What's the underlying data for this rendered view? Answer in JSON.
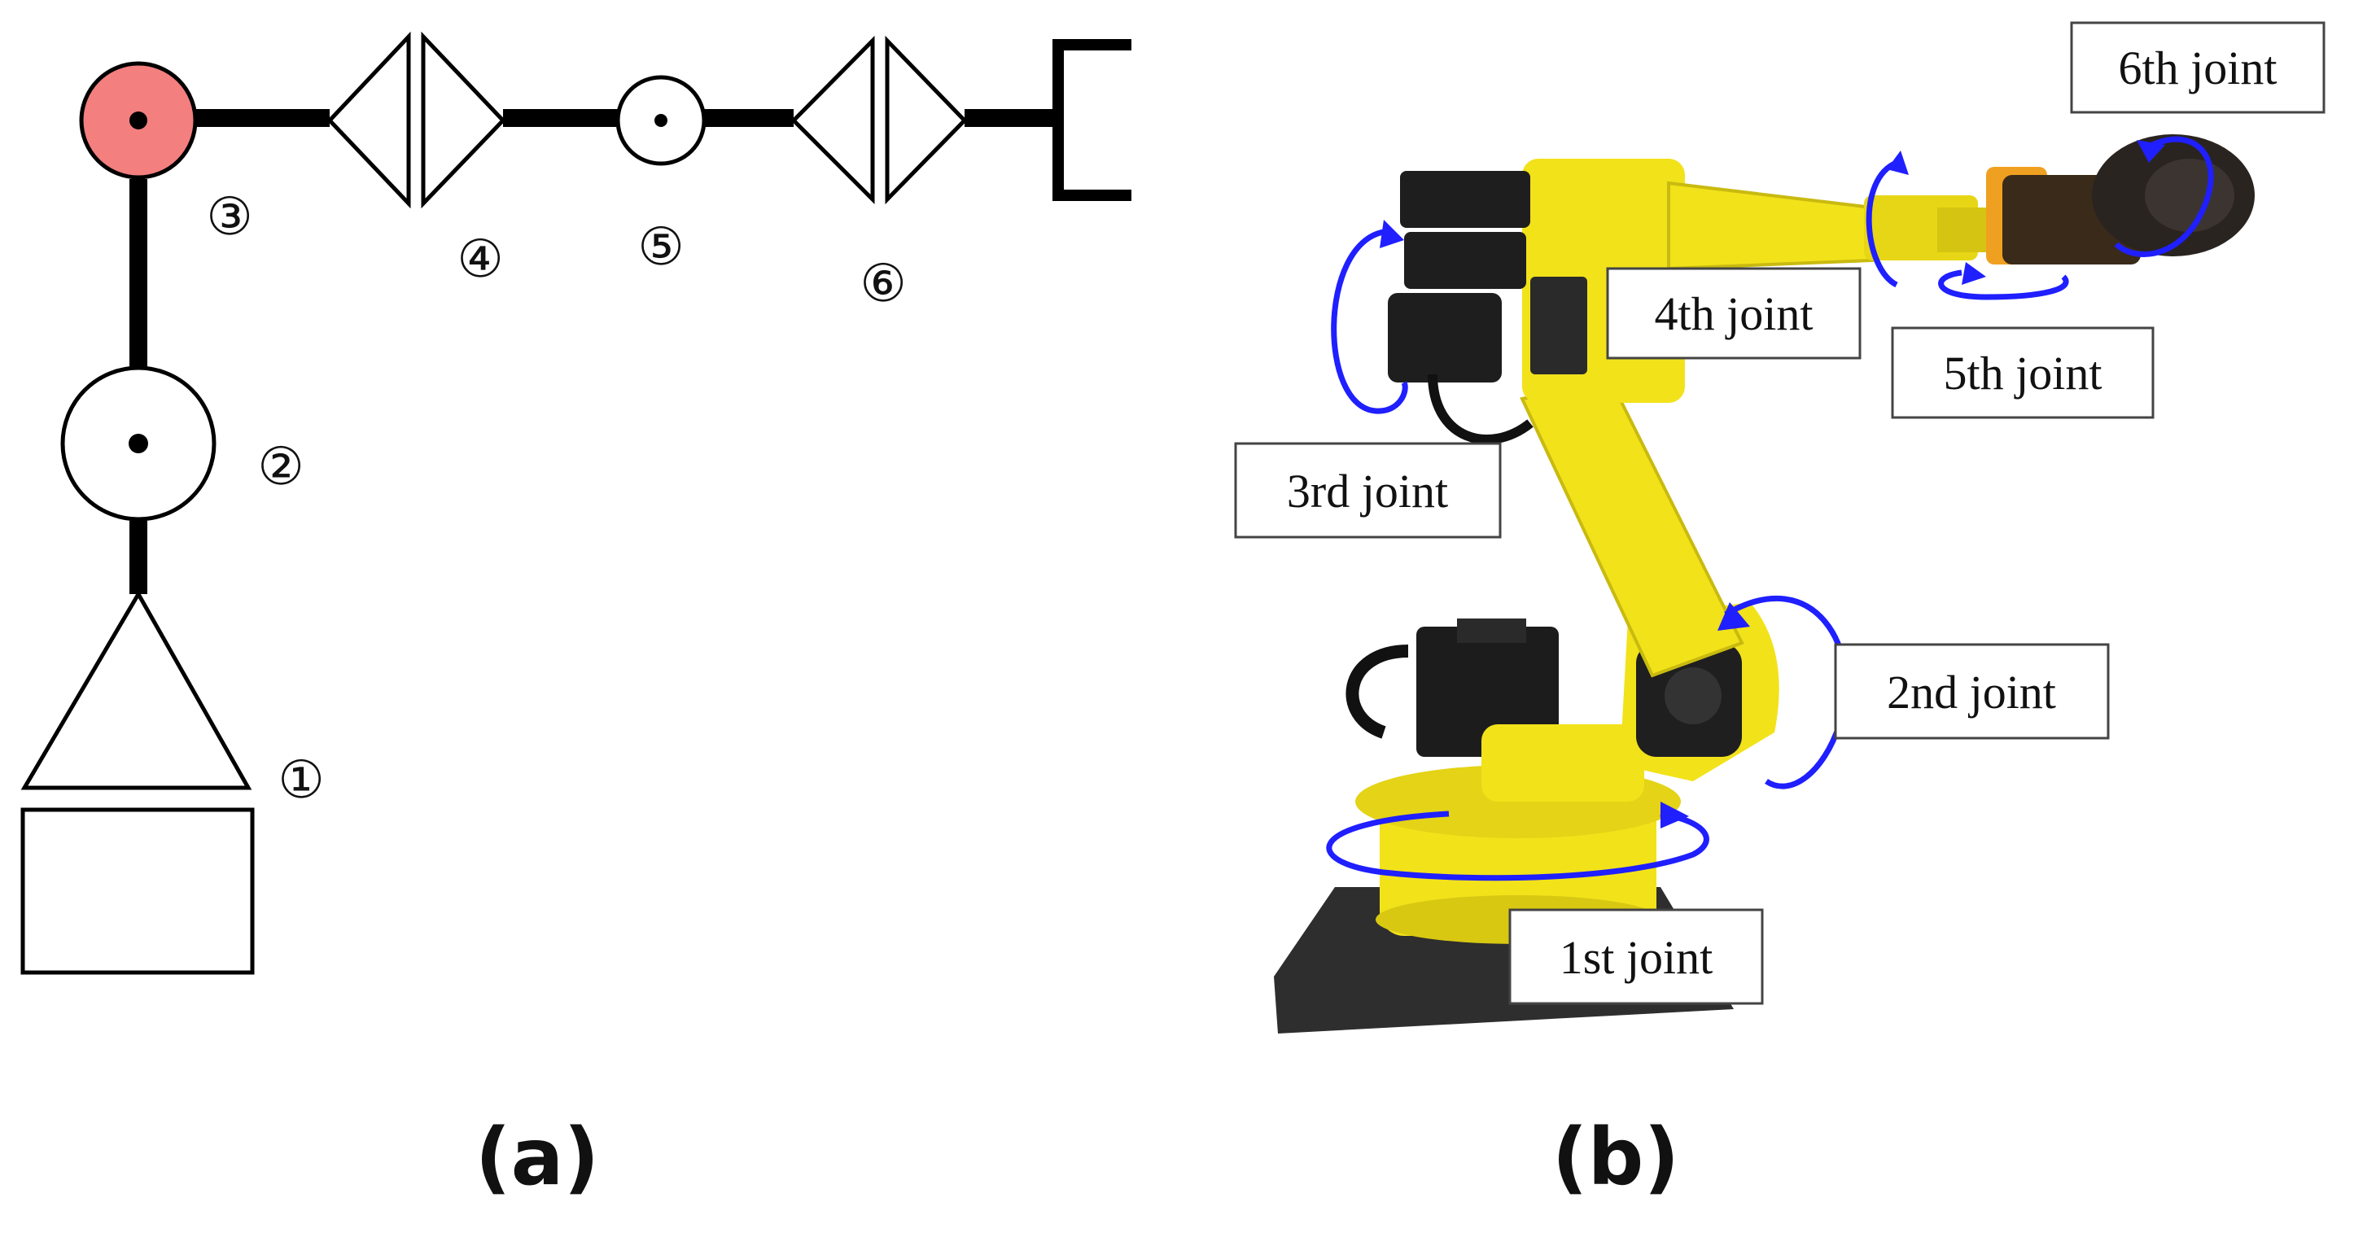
{
  "panel_a": {
    "caption": "(a)",
    "joint_numbers": [
      "①",
      "②",
      "③",
      "④",
      "⑤",
      "⑥"
    ],
    "highlight_color": "#f37f7f"
  },
  "panel_b": {
    "caption": "(b)",
    "joint_labels": [
      "1st joint",
      "2nd joint",
      "3rd joint",
      "4th joint",
      "5th joint",
      "6th joint"
    ],
    "robot_color": "#f2e21a",
    "arrow_color": "#1f1fff"
  }
}
